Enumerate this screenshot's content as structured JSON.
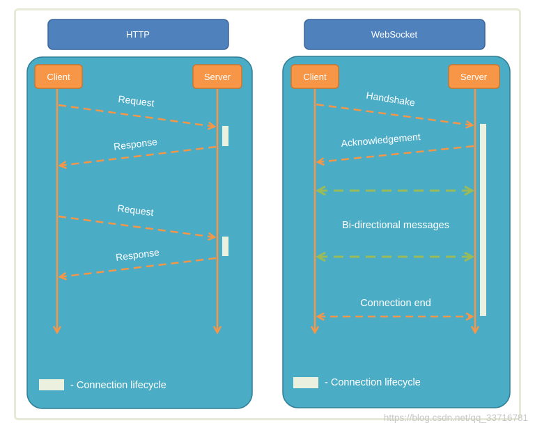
{
  "colors": {
    "panel": "#4bacc6",
    "title_box": "#4f81bd",
    "actor_box": "#f79646",
    "arrow": "#f79646",
    "bidirectional_arrow": "#9bbb59",
    "lifecycle": "#ebf1de",
    "text": "#ffffff"
  },
  "http": {
    "title": "HTTP",
    "client": "Client",
    "server": "Server",
    "messages": [
      "Request",
      "Response",
      "Request",
      "Response"
    ],
    "legend": "- Connection lifecycle"
  },
  "websocket": {
    "title": "WebSocket",
    "client": "Client",
    "server": "Server",
    "handshake": "Handshake",
    "acknowledgement": "Acknowledgement",
    "bidirectional": "Bi-directional messages",
    "connection_end": "Connection end",
    "legend": "- Connection lifecycle"
  },
  "watermark": "https://blog.csdn.net/qq_33716781"
}
